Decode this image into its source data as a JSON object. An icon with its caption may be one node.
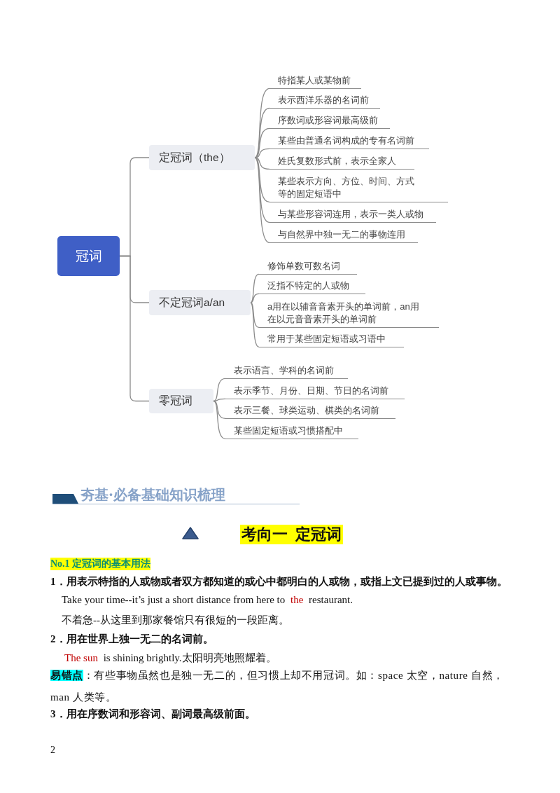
{
  "diagram": {
    "nodes": [
      {
        "text": [
          "冠词"
        ]
      },
      {
        "text": [
          "定冠词（the）"
        ]
      },
      {
        "text": [
          "特指某人或某物前"
        ]
      },
      {
        "text": [
          "表示西洋乐器的名词前"
        ]
      },
      {
        "text": [
          "序数词或形容词最高级前"
        ]
      },
      {
        "text": [
          "某些由普通名词构成的专有名词前"
        ]
      },
      {
        "text": [
          "姓氏复数形式前，表示全家人"
        ]
      },
      {
        "text": [
          "某些表示方向、方位、时间、方式等的固定短语中"
        ]
      },
      {
        "text": [
          "与某些形容词连用，表示一类人或物"
        ]
      },
      {
        "text": [
          "与自然界中独一无二的事物连用"
        ]
      },
      {
        "text": [
          "不定冠词a/an"
        ]
      },
      {
        "text": [
          "修饰单数可数名词"
        ]
      },
      {
        "text": [
          "泛指不特定的人或物"
        ]
      },
      {
        "text": [
          "a用在以辅音音素开头的单词前，an用在以元音音素开头的单词前"
        ]
      },
      {
        "text": [
          "常用于某些固定短语或习语中"
        ]
      },
      {
        "text": [
          "零冠词"
        ]
      },
      {
        "text": [
          "表示语言、学科的名词前"
        ]
      },
      {
        "text": [
          "表示季节、月份、日期、节日的名词前"
        ]
      },
      {
        "text": [
          "表示三餐、球类运动、棋类的名词前"
        ]
      },
      {
        "text": [
          "某些固定短语或习惯搭配中"
        ]
      }
    ],
    "edges": [
      {
        "from": 0,
        "to": 1,
        "arrow": "none"
      },
      {
        "from": 1,
        "to": 2,
        "arrow": "none"
      },
      {
        "from": 1,
        "to": 3,
        "arrow": "none"
      },
      {
        "from": 1,
        "to": 4,
        "arrow": "none"
      },
      {
        "from": 1,
        "to": 5,
        "arrow": "none"
      },
      {
        "from": 1,
        "to": 6,
        "arrow": "none"
      },
      {
        "from": 1,
        "to": 7,
        "arrow": "none"
      },
      {
        "from": 1,
        "to": 8,
        "arrow": "none"
      },
      {
        "from": 1,
        "to": 9,
        "arrow": "none"
      },
      {
        "from": 0,
        "to": 10,
        "arrow": "none"
      },
      {
        "from": 10,
        "to": 11,
        "arrow": "none"
      },
      {
        "from": 10,
        "to": 12,
        "arrow": "none"
      },
      {
        "from": 10,
        "to": 13,
        "arrow": "none"
      },
      {
        "from": 10,
        "to": 14,
        "arrow": "none"
      },
      {
        "from": 0,
        "to": 15,
        "arrow": "none"
      },
      {
        "from": 15,
        "to": 16,
        "arrow": "none"
      },
      {
        "from": 15,
        "to": 17,
        "arrow": "none"
      },
      {
        "from": 15,
        "to": 18,
        "arrow": "none"
      },
      {
        "from": 15,
        "to": 19,
        "arrow": "none"
      }
    ],
    "labels": [
      "夯基·必备基础知识梳理",
      "考向一  定冠词",
      "No.1 定冠词的基本用法",
      "1．用表示特指的人或物或者双方都知道的或心中都明白的人或物，或指上文已提到过的人或事物。",
      "Take your time--it’s just a short distance from here to *the* restaurant.",
      "不着急--从这里到那家餐馆只有很短的一段距离。",
      "2．用在世界上独一无二的名词前。",
      "*The sun* is shining brightly.太阳明亮地照耀着。",
      "**易错点**：有些事物虽然也是独一无二的，但习惯上却不用冠词。如：space 太空，nature 自然，man 人类等。",
      "3．用在序数词和形容词、副词最高级前面。",
      "2"
    ]
  }
}
